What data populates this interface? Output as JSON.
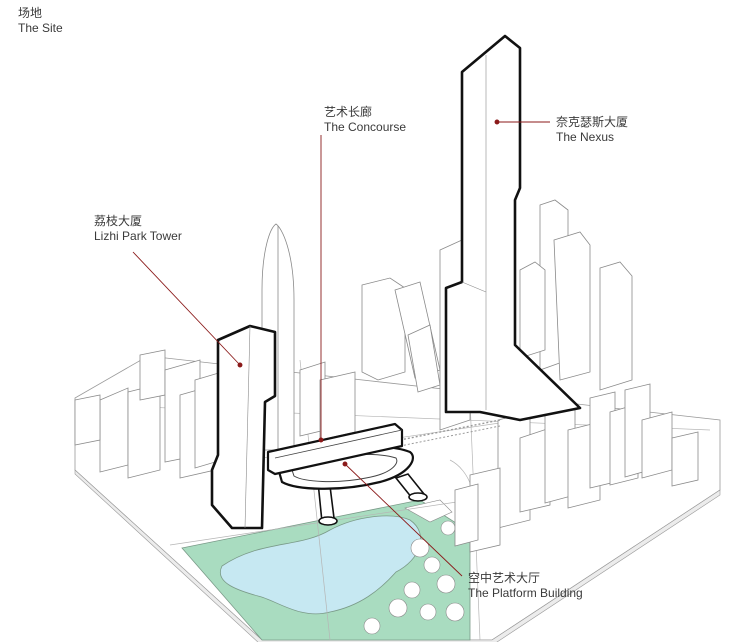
{
  "title": {
    "zh": "场地",
    "en": "The Site"
  },
  "labels": {
    "concourse": {
      "zh": "艺术长廊",
      "en": "The Concourse"
    },
    "nexus": {
      "zh": "奈克瑟斯大厦",
      "en": "The Nexus"
    },
    "lizhi": {
      "zh": "荔枝大厦",
      "en": "Lizhi Park Tower"
    },
    "platform": {
      "zh": "空中艺术大厅",
      "en": "The Platform Building"
    }
  },
  "colors": {
    "leader": "#8b1a1a",
    "park": "#a9dcc0",
    "water": "#c6e8f2",
    "outline": "#111111",
    "context": "#9a9a9a"
  }
}
